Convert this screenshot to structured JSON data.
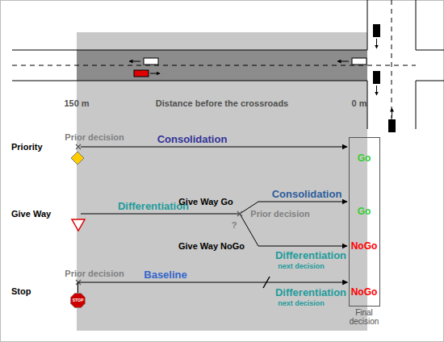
{
  "diagram": {
    "nodes": [
      {
        "text": [
          "Go",
          "Go",
          "NoGo",
          "NoGo",
          "Final decision"
        ]
      },
      {
        "text": [
          "STOP"
        ]
      }
    ],
    "edges": [
      {
        "from": 1,
        "to": 0,
        "arrow": "to",
        "label": "Baseline"
      }
    ],
    "labels": [
      "150 m",
      "Distance before the crossroads",
      "0 m",
      "Priority",
      "Prior decision",
      "Consolidation",
      "Give Way",
      "Differentiation",
      "Give Way Go",
      "Consolidation",
      "?",
      "Prior decision",
      "Give Way NoGo",
      "Differentiation",
      "next decision",
      "Stop",
      "Prior decision",
      "Differentiation",
      "next decision"
    ]
  }
}
